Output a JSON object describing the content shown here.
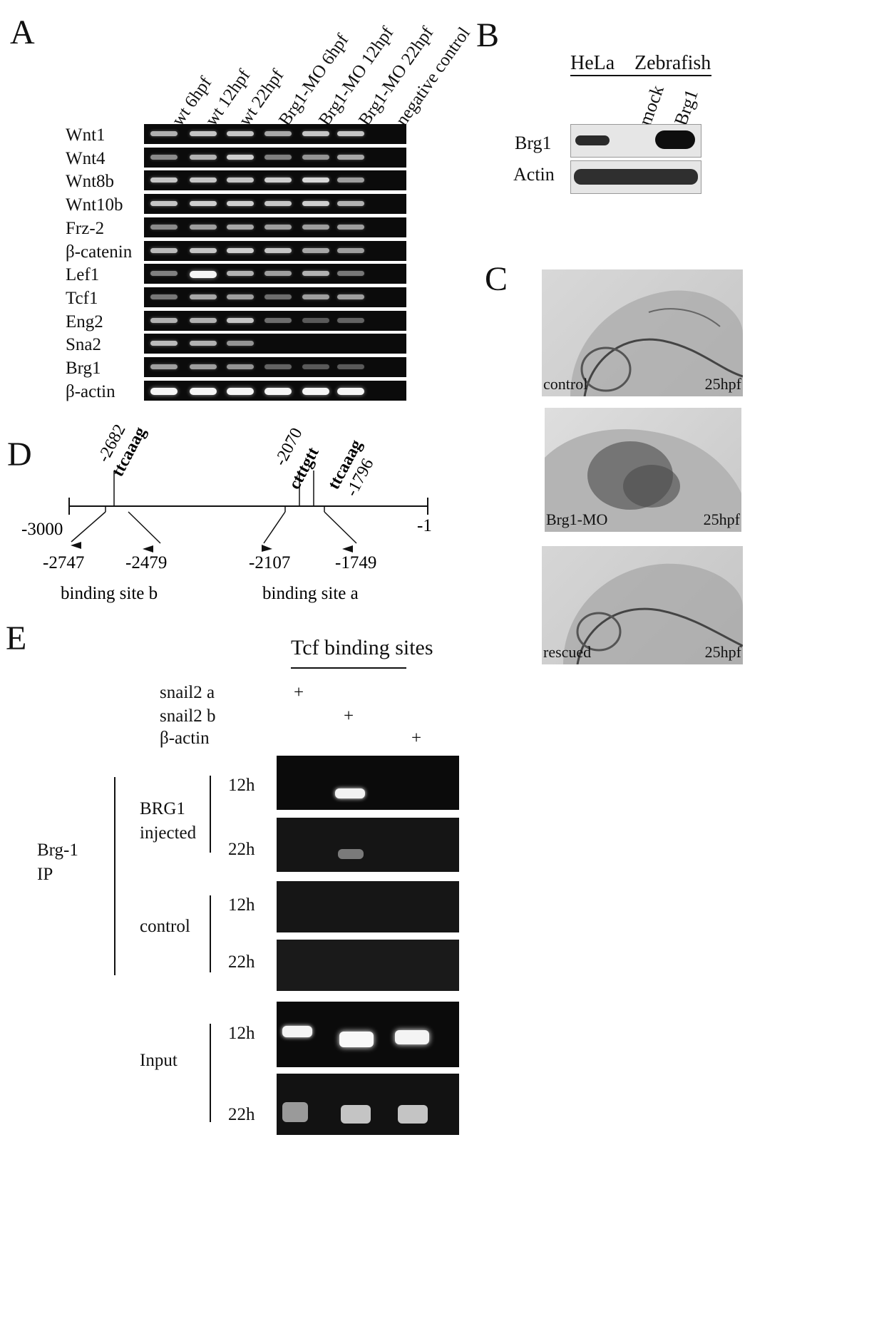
{
  "panels": {
    "A": "A",
    "B": "B",
    "C": "C",
    "D": "D",
    "E": "E"
  },
  "panelA": {
    "lanes": [
      "wt 6hpf",
      "wt 12hpf",
      "wt 22hpf",
      "Brg1-MO 6hpf",
      "Brg1-MO 12hpf",
      "Brg1-MO 22hpf",
      "negative control"
    ],
    "genes": [
      {
        "name": "Wnt1",
        "i": [
          0.6,
          0.7,
          0.7,
          0.55,
          0.7,
          0.7,
          0
        ]
      },
      {
        "name": "Wnt4",
        "i": [
          0.4,
          0.6,
          0.75,
          0.35,
          0.45,
          0.55,
          0
        ]
      },
      {
        "name": "Wnt8b",
        "i": [
          0.7,
          0.7,
          0.7,
          0.75,
          0.8,
          0.5,
          0
        ]
      },
      {
        "name": "Wnt10b",
        "i": [
          0.7,
          0.75,
          0.75,
          0.7,
          0.75,
          0.6,
          0
        ]
      },
      {
        "name": "Frz-2",
        "i": [
          0.4,
          0.5,
          0.55,
          0.5,
          0.5,
          0.5,
          0
        ]
      },
      {
        "name": "β-catenin",
        "i": [
          0.65,
          0.7,
          0.75,
          0.7,
          0.55,
          0.5,
          0
        ]
      },
      {
        "name": "Lef1",
        "i": [
          0.35,
          0.95,
          0.6,
          0.5,
          0.6,
          0.3,
          0
        ]
      },
      {
        "name": "Tcf1",
        "i": [
          0.3,
          0.55,
          0.5,
          0.25,
          0.5,
          0.5,
          0
        ]
      },
      {
        "name": "Eng2",
        "i": [
          0.6,
          0.6,
          0.7,
          0.25,
          0.15,
          0.2,
          0
        ]
      },
      {
        "name": "Sna2",
        "i": [
          0.65,
          0.6,
          0.45,
          0,
          0,
          0,
          0
        ]
      },
      {
        "name": "Brg1",
        "i": [
          0.5,
          0.5,
          0.45,
          0.2,
          0.15,
          0.15,
          0
        ]
      },
      {
        "name": "β-actin",
        "i": [
          0.95,
          0.95,
          0.95,
          0.95,
          0.95,
          0.95,
          0
        ]
      }
    ]
  },
  "panelB": {
    "groups": [
      "HeLa",
      "Zebrafish"
    ],
    "lanes": [
      "mock",
      "Brg1"
    ],
    "rows": [
      "Brg1",
      "Actin"
    ]
  },
  "panelC": {
    "photos": [
      {
        "caption": "control",
        "stage": "25hpf"
      },
      {
        "caption": "Brg1-MO",
        "stage": "25hpf"
      },
      {
        "caption": "rescued",
        "stage": "25hpf"
      }
    ]
  },
  "panelD": {
    "start": "-3000",
    "end": "-1",
    "motifs": [
      {
        "pos": "-2682",
        "seq": "ttcaaag"
      },
      {
        "pos": "-2070",
        "seq": "ctttgtt"
      },
      {
        "pos": "-1796",
        "seq": "ttcaaag"
      }
    ],
    "primers": [
      "-2747",
      "-2479",
      "-2107",
      "-1749"
    ],
    "sites": [
      "binding site b",
      "binding site a"
    ]
  },
  "panelE": {
    "header": "Tcf binding sites",
    "targets": [
      "snail2  a",
      "snail2  b",
      "β-actin"
    ],
    "plus": "+",
    "ip_label": "Brg-1\nIP",
    "groups": [
      {
        "label": "BRG1\ninjected",
        "times": [
          "12h",
          "22h"
        ]
      },
      {
        "label": "control",
        "times": [
          "12h",
          "22h"
        ]
      },
      {
        "label": "Input",
        "times": [
          "12h",
          "22h"
        ]
      }
    ]
  }
}
